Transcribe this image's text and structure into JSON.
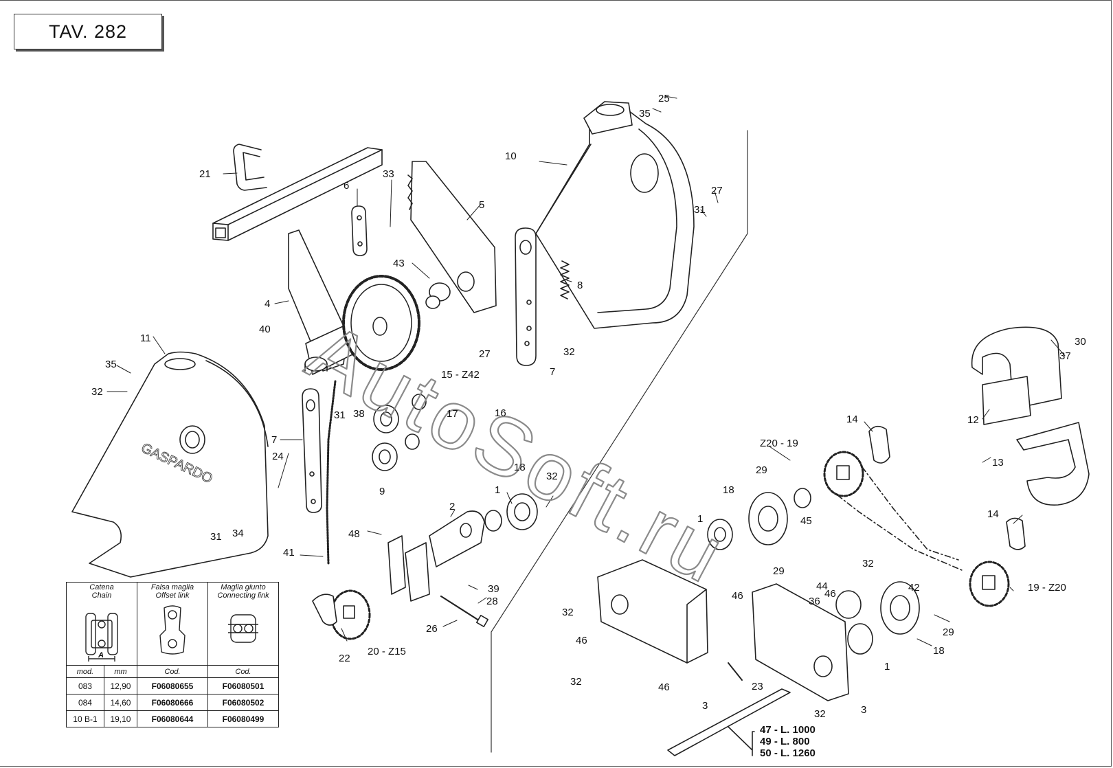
{
  "title": "TAV. 282",
  "brand_text": "GASPARDO",
  "watermark": "AutoSoft.ru",
  "callouts": [
    {
      "id": "c25",
      "label": "25"
    },
    {
      "id": "c35a",
      "label": "35"
    },
    {
      "id": "c10",
      "label": "10"
    },
    {
      "id": "c27a",
      "label": "27"
    },
    {
      "id": "c31a",
      "label": "31"
    },
    {
      "id": "c21",
      "label": "21"
    },
    {
      "id": "c6",
      "label": "6"
    },
    {
      "id": "c33",
      "label": "33"
    },
    {
      "id": "c5",
      "label": "5"
    },
    {
      "id": "c8",
      "label": "8"
    },
    {
      "id": "c43",
      "label": "43"
    },
    {
      "id": "c4",
      "label": "4"
    },
    {
      "id": "c40",
      "label": "40"
    },
    {
      "id": "c27b",
      "label": "27"
    },
    {
      "id": "c32a",
      "label": "32"
    },
    {
      "id": "c7a",
      "label": "7"
    },
    {
      "id": "c11",
      "label": "11"
    },
    {
      "id": "c35b",
      "label": "35"
    },
    {
      "id": "c32b",
      "label": "32"
    },
    {
      "id": "c15",
      "label": "15 - Z42"
    },
    {
      "id": "c31b",
      "label": "31"
    },
    {
      "id": "c38",
      "label": "38"
    },
    {
      "id": "c17",
      "label": "17"
    },
    {
      "id": "c16",
      "label": "16"
    },
    {
      "id": "c7b",
      "label": "7"
    },
    {
      "id": "c24",
      "label": "24"
    },
    {
      "id": "c9",
      "label": "9"
    },
    {
      "id": "c31c",
      "label": "31"
    },
    {
      "id": "c34",
      "label": "34"
    },
    {
      "id": "c41",
      "label": "41"
    },
    {
      "id": "c48",
      "label": "48"
    },
    {
      "id": "c2",
      "label": "2"
    },
    {
      "id": "c1a",
      "label": "1"
    },
    {
      "id": "c18a",
      "label": "18"
    },
    {
      "id": "c32c",
      "label": "32"
    },
    {
      "id": "c39",
      "label": "39"
    },
    {
      "id": "c28",
      "label": "28"
    },
    {
      "id": "c26",
      "label": "26"
    },
    {
      "id": "c22",
      "label": "22"
    },
    {
      "id": "c20",
      "label": "20 - Z15"
    },
    {
      "id": "c30",
      "label": "30"
    },
    {
      "id": "c37",
      "label": "37"
    },
    {
      "id": "c12",
      "label": "12"
    },
    {
      "id": "c13",
      "label": "13"
    },
    {
      "id": "c14a",
      "label": "14"
    },
    {
      "id": "c1920a",
      "label": "Z20 - 19"
    },
    {
      "id": "c29a",
      "label": "29"
    },
    {
      "id": "c18b",
      "label": "18"
    },
    {
      "id": "c45",
      "label": "45"
    },
    {
      "id": "c1b",
      "label": "1"
    },
    {
      "id": "c14b",
      "label": "14"
    },
    {
      "id": "c29b",
      "label": "29"
    },
    {
      "id": "c46a",
      "label": "46"
    },
    {
      "id": "c32d",
      "label": "32"
    },
    {
      "id": "c46b",
      "label": "46"
    },
    {
      "id": "c44",
      "label": "44"
    },
    {
      "id": "c36",
      "label": "36"
    },
    {
      "id": "c42",
      "label": "42"
    },
    {
      "id": "c1920b",
      "label": "19 - Z20"
    },
    {
      "id": "c32e",
      "label": "32"
    },
    {
      "id": "c29c",
      "label": "29"
    },
    {
      "id": "c18c",
      "label": "18"
    },
    {
      "id": "c1c",
      "label": "1"
    },
    {
      "id": "c46c",
      "label": "46"
    },
    {
      "id": "c32f",
      "label": "32"
    },
    {
      "id": "c46d",
      "label": "46"
    },
    {
      "id": "c3a",
      "label": "3"
    },
    {
      "id": "c23",
      "label": "23"
    },
    {
      "id": "c32g",
      "label": "32"
    },
    {
      "id": "c3b",
      "label": "3"
    }
  ],
  "bar_lengths": [
    {
      "label": "47 - L. 1000"
    },
    {
      "label": "49 - L. 800"
    },
    {
      "label": "50 - L. 1260"
    }
  ],
  "chain_table": {
    "headers": [
      {
        "it": "Catena",
        "en": "Chain"
      },
      {
        "it": "Falsa maglia",
        "en": "Offset link"
      },
      {
        "it": "Maglia giunto",
        "en": "Connecting link"
      }
    ],
    "dimension_label": "A",
    "sub_headers": [
      "mod.",
      "mm",
      "Cod.",
      "Cod."
    ],
    "rows": [
      {
        "mod": "083",
        "mm": "12,90",
        "offset": "F06080655",
        "connecting": "F06080501"
      },
      {
        "mod": "084",
        "mm": "14,60",
        "offset": "F06080666",
        "connecting": "F06080502"
      },
      {
        "mod": "10 B-1",
        "mm": "19,10",
        "offset": "F06080644",
        "connecting": "F06080499"
      }
    ]
  }
}
